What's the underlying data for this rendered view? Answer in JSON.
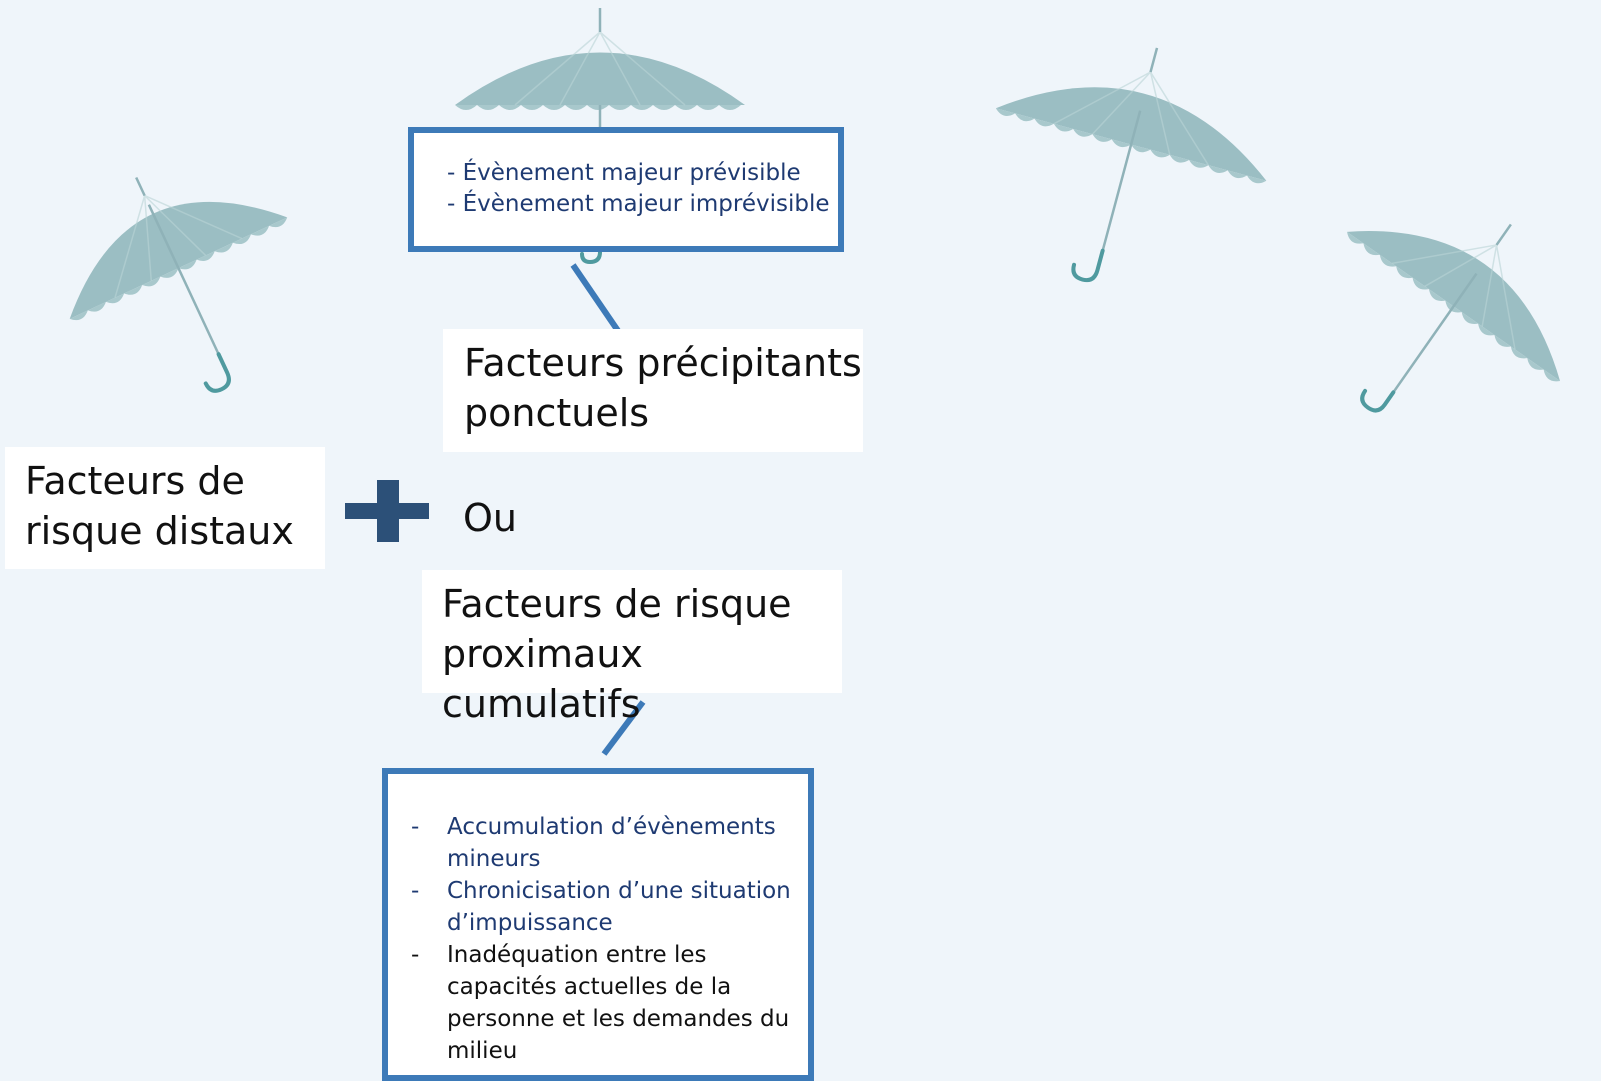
{
  "distal": {
    "text": [
      "Facteurs de",
      "risque distaux"
    ]
  },
  "operator": {
    "plus_icon": "plus-icon",
    "or_label": "Ou"
  },
  "precipitating": {
    "title": [
      "Facteurs précipitants",
      "ponctuels"
    ],
    "items": [
      "- Évènement majeur prévisible",
      "- Évènement majeur imprévisible"
    ]
  },
  "cumulative": {
    "title": [
      "Facteurs de risque",
      "proximaux cumulatifs"
    ],
    "items": [
      {
        "dash": "-",
        "lines": [
          "Accumulation d’évènements",
          "mineurs"
        ]
      },
      {
        "dash": "-",
        "lines": [
          "Chronicisation d’une situation",
          "d’impuissance"
        ]
      },
      {
        "dash": "-",
        "lines": [
          "Inadéquation entre les",
          "capacités actuelles de la",
          "personne et les demandes du",
          "milieu"
        ]
      }
    ]
  },
  "colors": {
    "background": "#eff5fa",
    "box_border": "#3d7ab8",
    "plus": "#2c5078",
    "list_text": "#1e3a72",
    "umbrella": "#9bbec3",
    "handle": "#4f9a9f"
  },
  "decor": {
    "umbrella_icon": "umbrella-icon"
  }
}
